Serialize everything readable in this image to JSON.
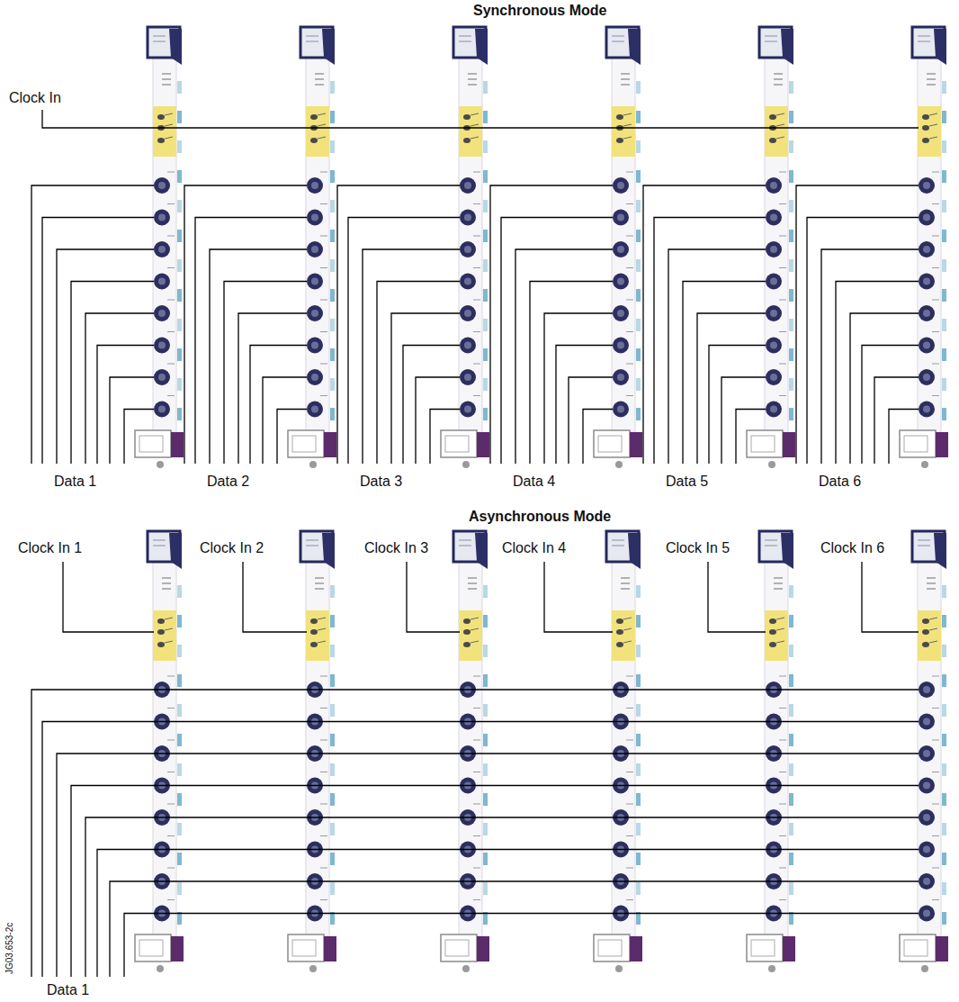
{
  "diagram": {
    "labels": [
      "Synchronous Mode",
      "Clock In",
      "Data 1",
      "Data 2",
      "Data 3",
      "Data 4",
      "Data 5",
      "Data 6",
      "Asynchronous Mode",
      "Clock In 1",
      "Clock In 2",
      "Clock In 3",
      "Clock In 4",
      "Clock In 5",
      "Clock In 6",
      "JG03.653-2c",
      "Data 1"
    ]
  }
}
